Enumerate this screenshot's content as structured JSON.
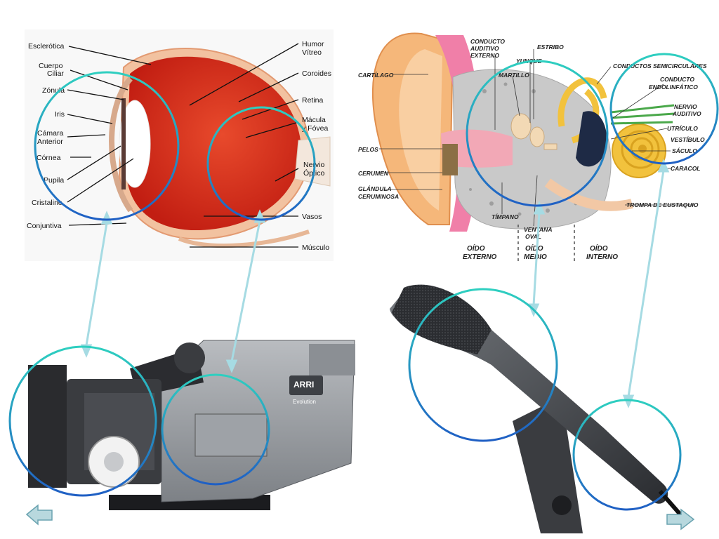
{
  "slide": {
    "eye_labels_left": [
      "Esclerótica",
      "Cuerpo",
      "Ciliar",
      "Zónula",
      "Iris",
      "Cámara",
      "Anterior",
      "Córnea",
      "Pupila",
      "Cristalino",
      "Conjuntiva"
    ],
    "eye_labels_right": [
      "Humor",
      "Vítreo",
      "Coroides",
      "Retina",
      "Mácula",
      "y Fóvea",
      "Nervio",
      "Óptico",
      "Vasos",
      "Músculo"
    ],
    "ear_labels_top": [
      "CONDUCTO",
      "AUDITIVO",
      "EXTERNO",
      "ESTRIBO",
      "YUNQUE",
      "MARTILLO"
    ],
    "ear_labels_left": [
      "CARTÍLAGO",
      "PELOS",
      "CERUMEN",
      "GLÁNDULA",
      "CERUMINOSA"
    ],
    "ear_labels_right": [
      "CONDUCTOS SEMICIRCULARES",
      "CONDUCTO",
      "ENDOLINFÁTICO",
      "NERVIO",
      "AUDITIVO",
      "UTRÍCULO",
      "VESTÍBULO",
      "SÁCULO",
      "CARACOL",
      "TROMPA DE EUSTAQUIO"
    ],
    "ear_labels_bottom": [
      "TÍMPANO",
      "VENTANA",
      "OVAL"
    ],
    "ear_sections": [
      "OÍDO",
      "EXTERNO",
      "OÍDO",
      "MEDIO",
      "OÍDO",
      "INTERNO"
    ],
    "camera_brand": "ARRI",
    "camera_model": "Evolution",
    "nav": {
      "prev_icon": "arrow-left-icon",
      "next_icon": "arrow-right-icon"
    },
    "colors": {
      "circle_outer": "#2ecfc0",
      "circle_inner": "#1f5fc4",
      "connector": "#a6dbe3",
      "eye_red": "#e0301e",
      "nav_fill": "#b8d8de"
    }
  }
}
